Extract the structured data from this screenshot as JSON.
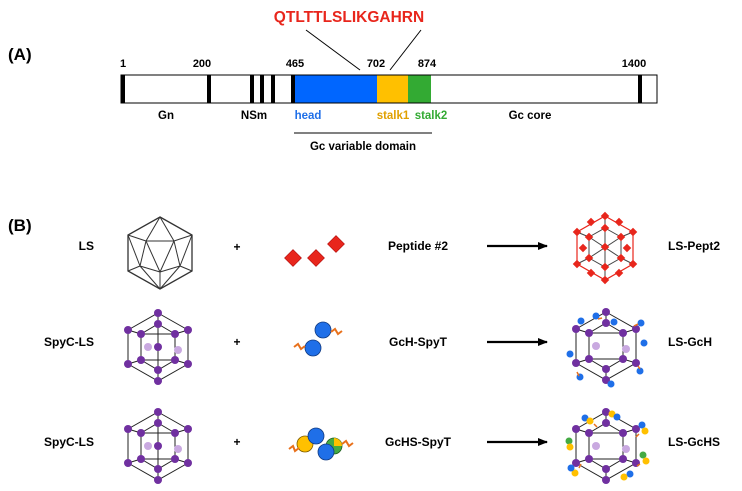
{
  "panel_a": {
    "label": "(A)",
    "peptide_sequence": "QTLTTLSLIKGAHRN",
    "positions": [
      "1",
      "200",
      "465",
      "702",
      "874",
      "1400"
    ],
    "regions": {
      "gn": "Gn",
      "nsm": "NSm",
      "head": "head",
      "stalk1": "stalk1",
      "stalk2": "stalk2",
      "gc_core": "Gc core"
    },
    "variable_domain": "Gc variable domain",
    "colors": {
      "peptide": "#e8261c",
      "head": "#0066ff",
      "stalk1": "#ffc000",
      "stalk2": "#33aa33"
    }
  },
  "panel_b": {
    "label": "(B)",
    "plus": "+",
    "rows": [
      {
        "left": "LS",
        "middle": "Peptide #2",
        "right": "LS-Pept2"
      },
      {
        "left": "SpyC-LS",
        "middle": "GcH-SpyT",
        "right": "LS-GcH"
      },
      {
        "left": "SpyC-LS",
        "middle": "GcHS-SpyT",
        "right": "LS-GcHS"
      }
    ],
    "colors": {
      "peptide_node": "#e8261c",
      "spycatcher_node": "#7030a0",
      "spycatcher_light": "#c9a9e0",
      "head_ball": "#1f6fe8",
      "stalk_ball": "#ffc000",
      "stalk2_ball": "#44aa44",
      "spytag": "#e8711c"
    }
  }
}
